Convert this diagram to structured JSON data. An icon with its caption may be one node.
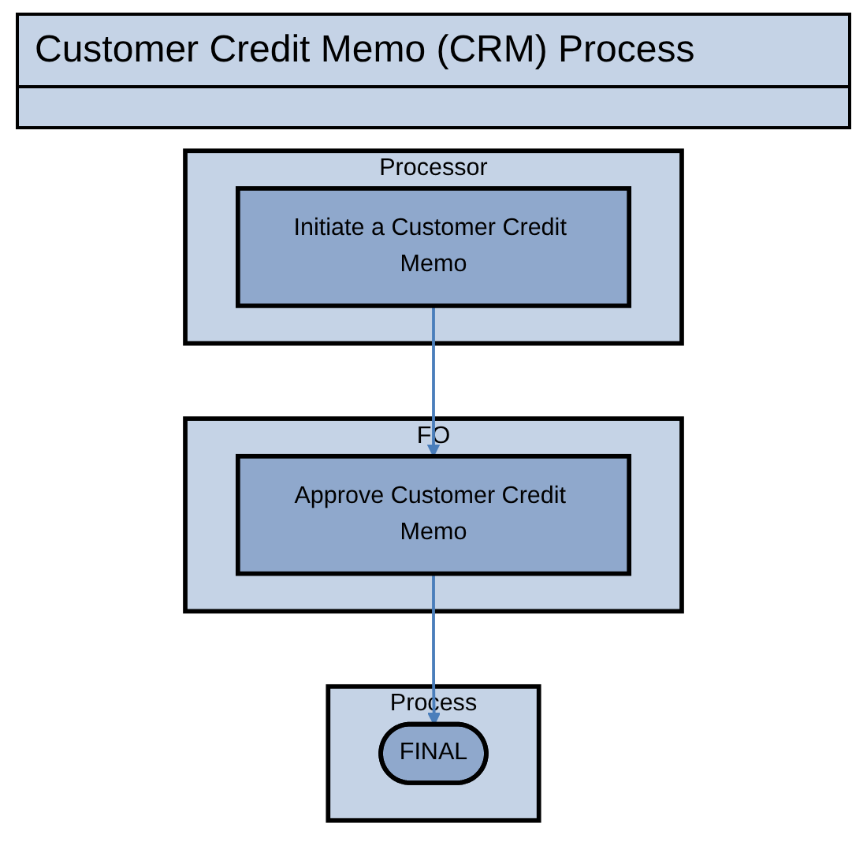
{
  "diagram": {
    "title": "Customer Credit Memo (CRM) Process",
    "nodes": [
      {
        "text": [
          "Processor"
        ]
      },
      {
        "text": [
          "Initiate a Customer Credit Memo"
        ],
        "in": 0
      },
      {
        "text": [
          "FO"
        ]
      },
      {
        "text": [
          "Approve Customer Credit Memo"
        ],
        "in": 2
      },
      {
        "text": [
          "Process"
        ]
      },
      {
        "text": [
          "FINAL"
        ],
        "in": 4
      }
    ],
    "edges": [
      {
        "from": 1,
        "to": 3,
        "arrow": "to"
      },
      {
        "from": 3,
        "to": 5,
        "arrow": "to"
      }
    ]
  }
}
